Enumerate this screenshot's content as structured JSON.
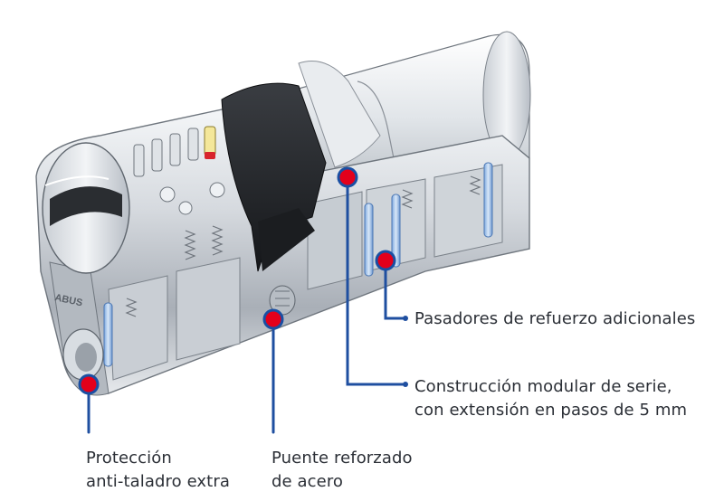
{
  "brand_mark": "ABUS",
  "callouts": {
    "pins": {
      "line1": "Pasadores de refuerzo adicionales"
    },
    "modular": {
      "line1": "Construcción modular de serie,",
      "line2": "con extensión en pasos de 5 mm"
    },
    "drill": {
      "line1": "Protección",
      "line2": "anti-taladro extra"
    },
    "bridge": {
      "line1": "Puente reforzado",
      "line2": "de acero"
    }
  },
  "colors": {
    "marker_fill": "#e3001b",
    "marker_ring": "#1a4fa3",
    "leader_line": "#1f4fa0",
    "text": "#2b2f36"
  }
}
